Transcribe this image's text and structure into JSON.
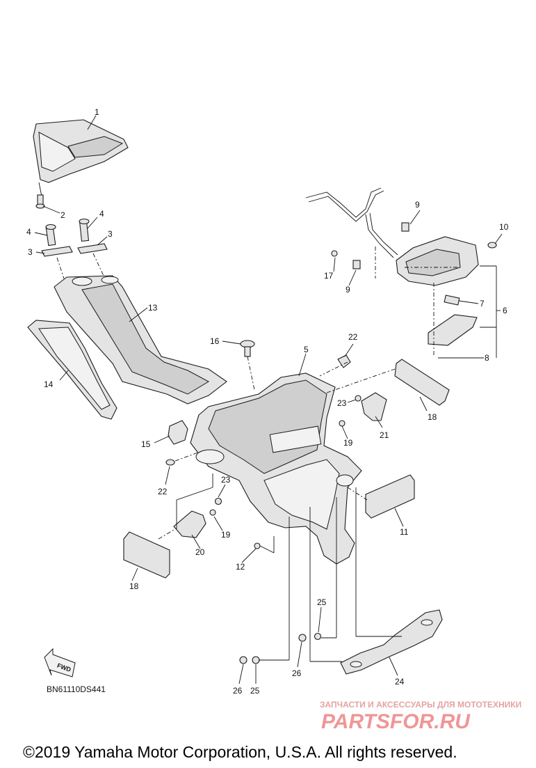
{
  "diagram": {
    "code": "BN61110DS441",
    "copyright": "©2019 Yamaha Motor Corporation, U.S.A. All rights reserved.",
    "fwd_label": "FWD",
    "labels": [
      "1",
      "2",
      "3",
      "3",
      "4",
      "4",
      "5",
      "6",
      "7",
      "8",
      "9",
      "9",
      "10",
      "11",
      "12",
      "13",
      "14",
      "15",
      "16",
      "17",
      "18",
      "18",
      "19",
      "19",
      "20",
      "21",
      "22",
      "22",
      "23",
      "23",
      "24",
      "25",
      "25",
      "26",
      "26"
    ]
  },
  "watermark": {
    "tagline": "ЗАПЧАСТИ И АКСЕССУАРЫ ДЛЯ МОТОТЕХНИКИ",
    "brand": "PARTSFOR.RU"
  },
  "colors": {
    "line": "#1a1a1a",
    "fill": "#e4e4e4",
    "watermark": "#ef9696"
  }
}
